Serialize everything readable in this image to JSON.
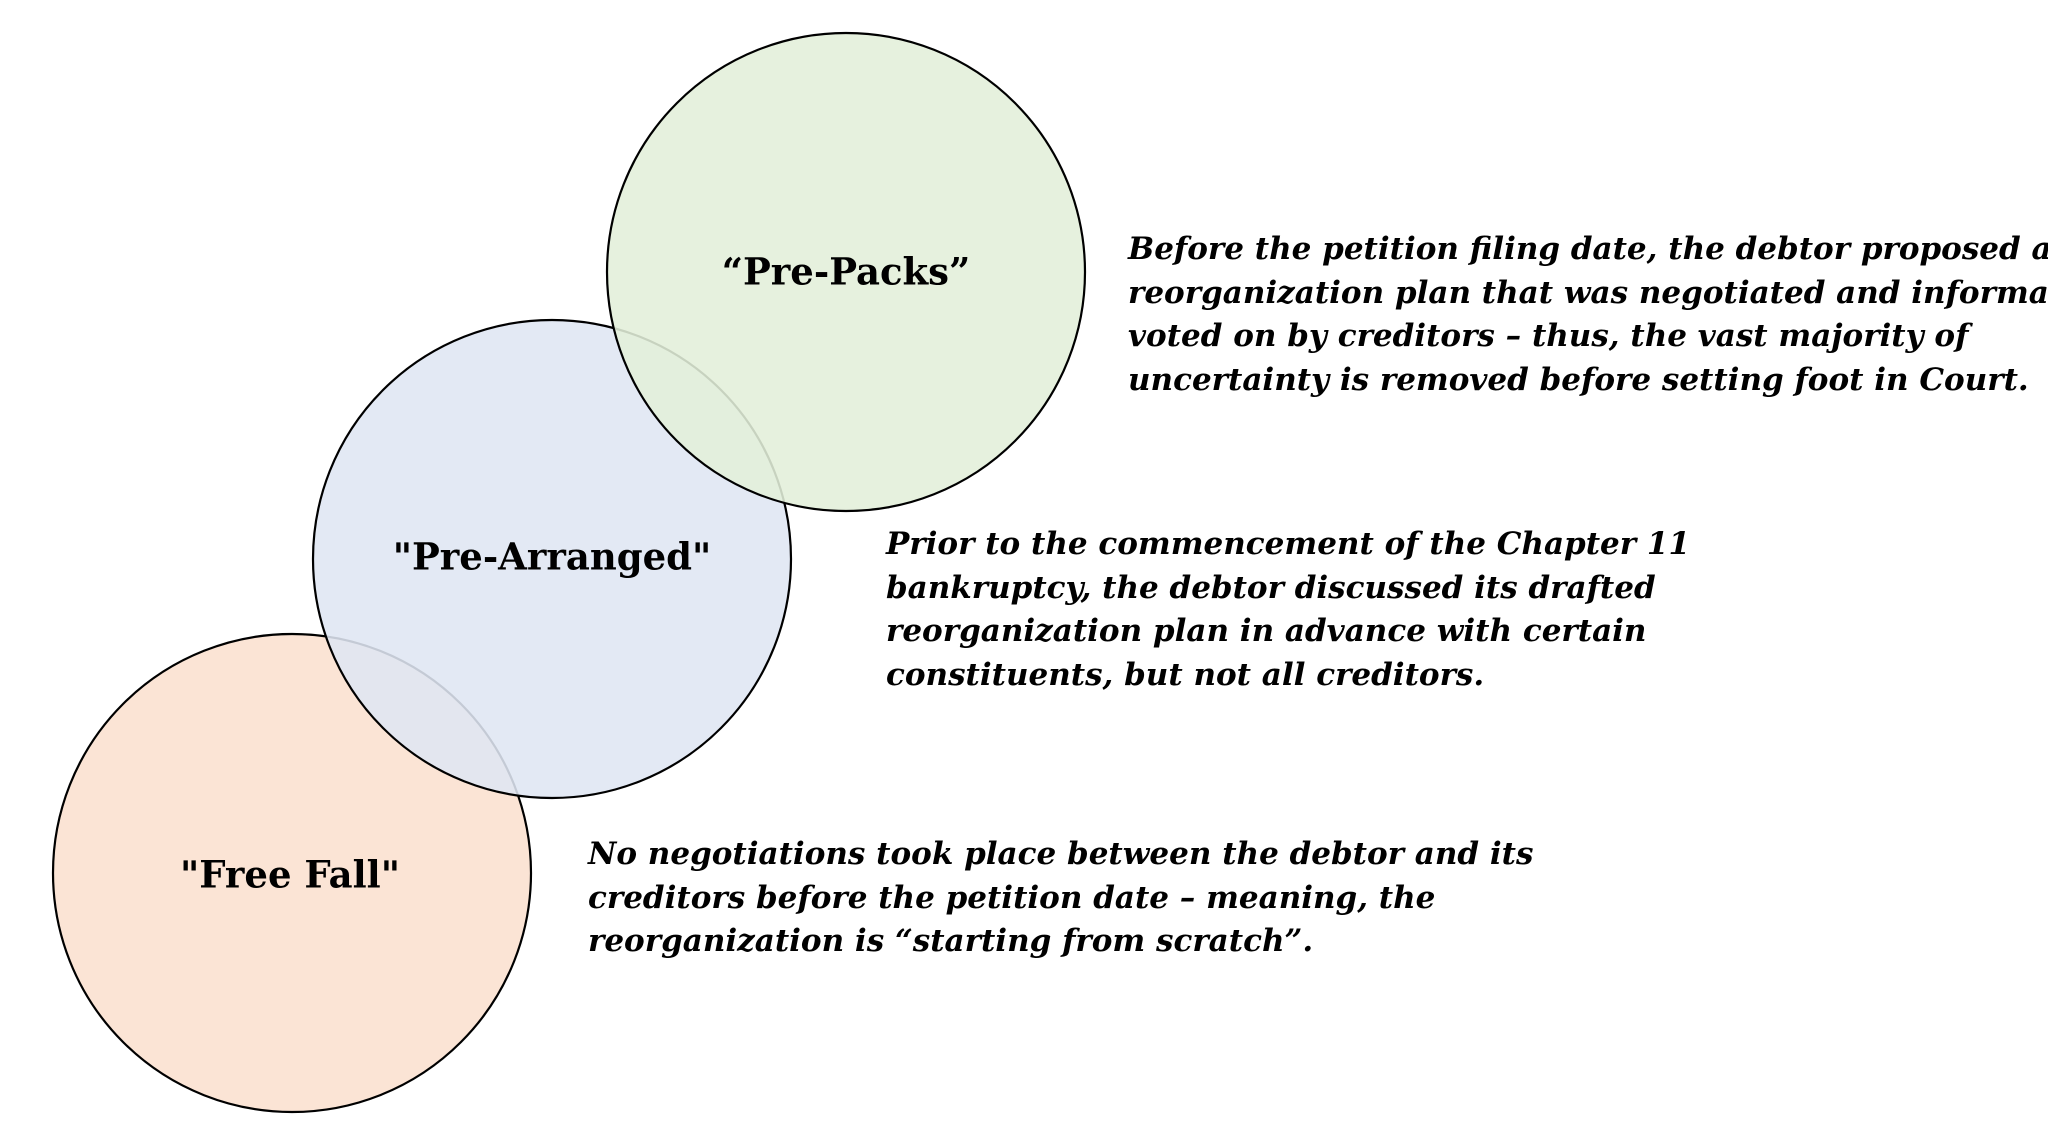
{
  "diagram": {
    "colors": {
      "pre_packs_fill": "#e2efd9",
      "pre_arranged_fill": "#dfe6f3",
      "free_fall_fill": "#fbe4d5",
      "outline": "#000000"
    },
    "stages": [
      {
        "id": "pre-packs",
        "label": "“Pre-Packs”",
        "description_lines": [
          "Before the petition filing date, the debtor proposed a",
          "reorganization plan that was negotiated and informally",
          "voted on by creditors – thus, the vast majority of",
          "uncertainty is removed before setting foot in Court."
        ]
      },
      {
        "id": "pre-arranged",
        "label": "\"Pre-Arranged\"",
        "description_lines": [
          "Prior to the commencement of the Chapter 11",
          "bankruptcy, the debtor discussed its drafted",
          "reorganization plan in advance with certain",
          "constituents, but not all creditors."
        ]
      },
      {
        "id": "free-fall",
        "label": "\"Free Fall\"",
        "description_lines": [
          "No negotiations took place between the debtor and its",
          "creditors before the petition date – meaning, the",
          "reorganization is “starting from scratch”."
        ]
      }
    ]
  }
}
